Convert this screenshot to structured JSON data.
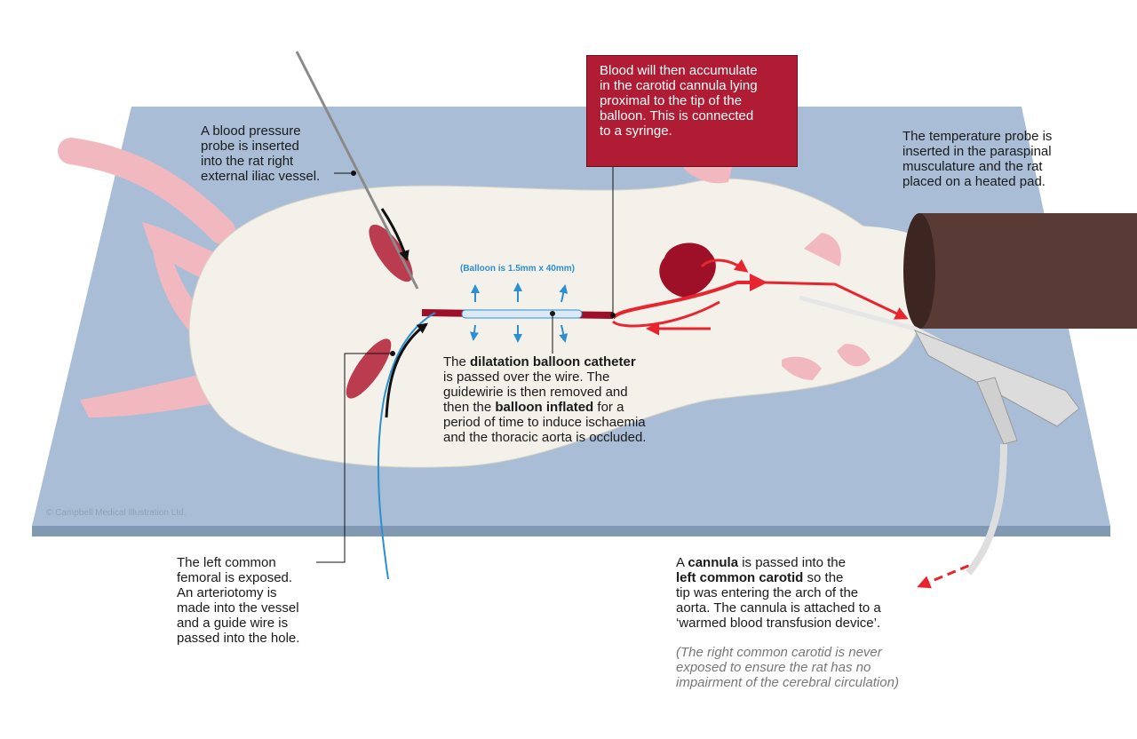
{
  "annotations": {
    "bp_probe": "A blood pressure\nprobe is inserted\ninto the rat right\nexternal iliac vessel.",
    "carotid_blood": "Blood will then accumulate\nin the carotid cannula lying\nproximal to the tip of the\nballoon. This is connected\nto a syringe.",
    "temp_probe": "The temperature probe is\ninserted in the paraspinal\nmusculature and the rat\nplaced on a heated pad.",
    "balloon_size": "(Balloon is 1.5mm x 40mm)",
    "catheter": {
      "pre": "The ",
      "bold1": "dilatation balloon catheter",
      "mid1": "\nis passed over the wire. The\nguidewirie is then removed and\nthen the ",
      "bold2": "balloon inflated",
      "post": " for a\nperiod of time to induce ischaemia\nand the thoracic aorta is occluded."
    },
    "femoral": "The left common\nfemoral is exposed.\nAn arteriotomy is\nmade into the vessel\nand a guide wire is\npassed into the hole.",
    "cannula": {
      "pre": "A ",
      "bold1": "cannula",
      "mid1": " is passed into the\n",
      "bold2": "left common carotid",
      "post": " so the\ntip was entering the arch of the\naorta. The cannula is attached to a\n‘warmed blood transfusion device’."
    },
    "right_carotid_note": "(The right common carotid is never\nexposed to ensure the rat has no\nimpairment of the cerebral circulation)"
  },
  "credit": "© Campbell Medical Illustration Ltd.",
  "colors": {
    "pad": "#a9bed6",
    "pad_edge": "#8299b3",
    "fur": "#f4f1ea",
    "skin": "#f2b8c0",
    "blood": "#b01c34",
    "arrow_red": "#e8252e",
    "wire_blue": "#2d8fd0",
    "heat_tube": "#5a3a34"
  }
}
